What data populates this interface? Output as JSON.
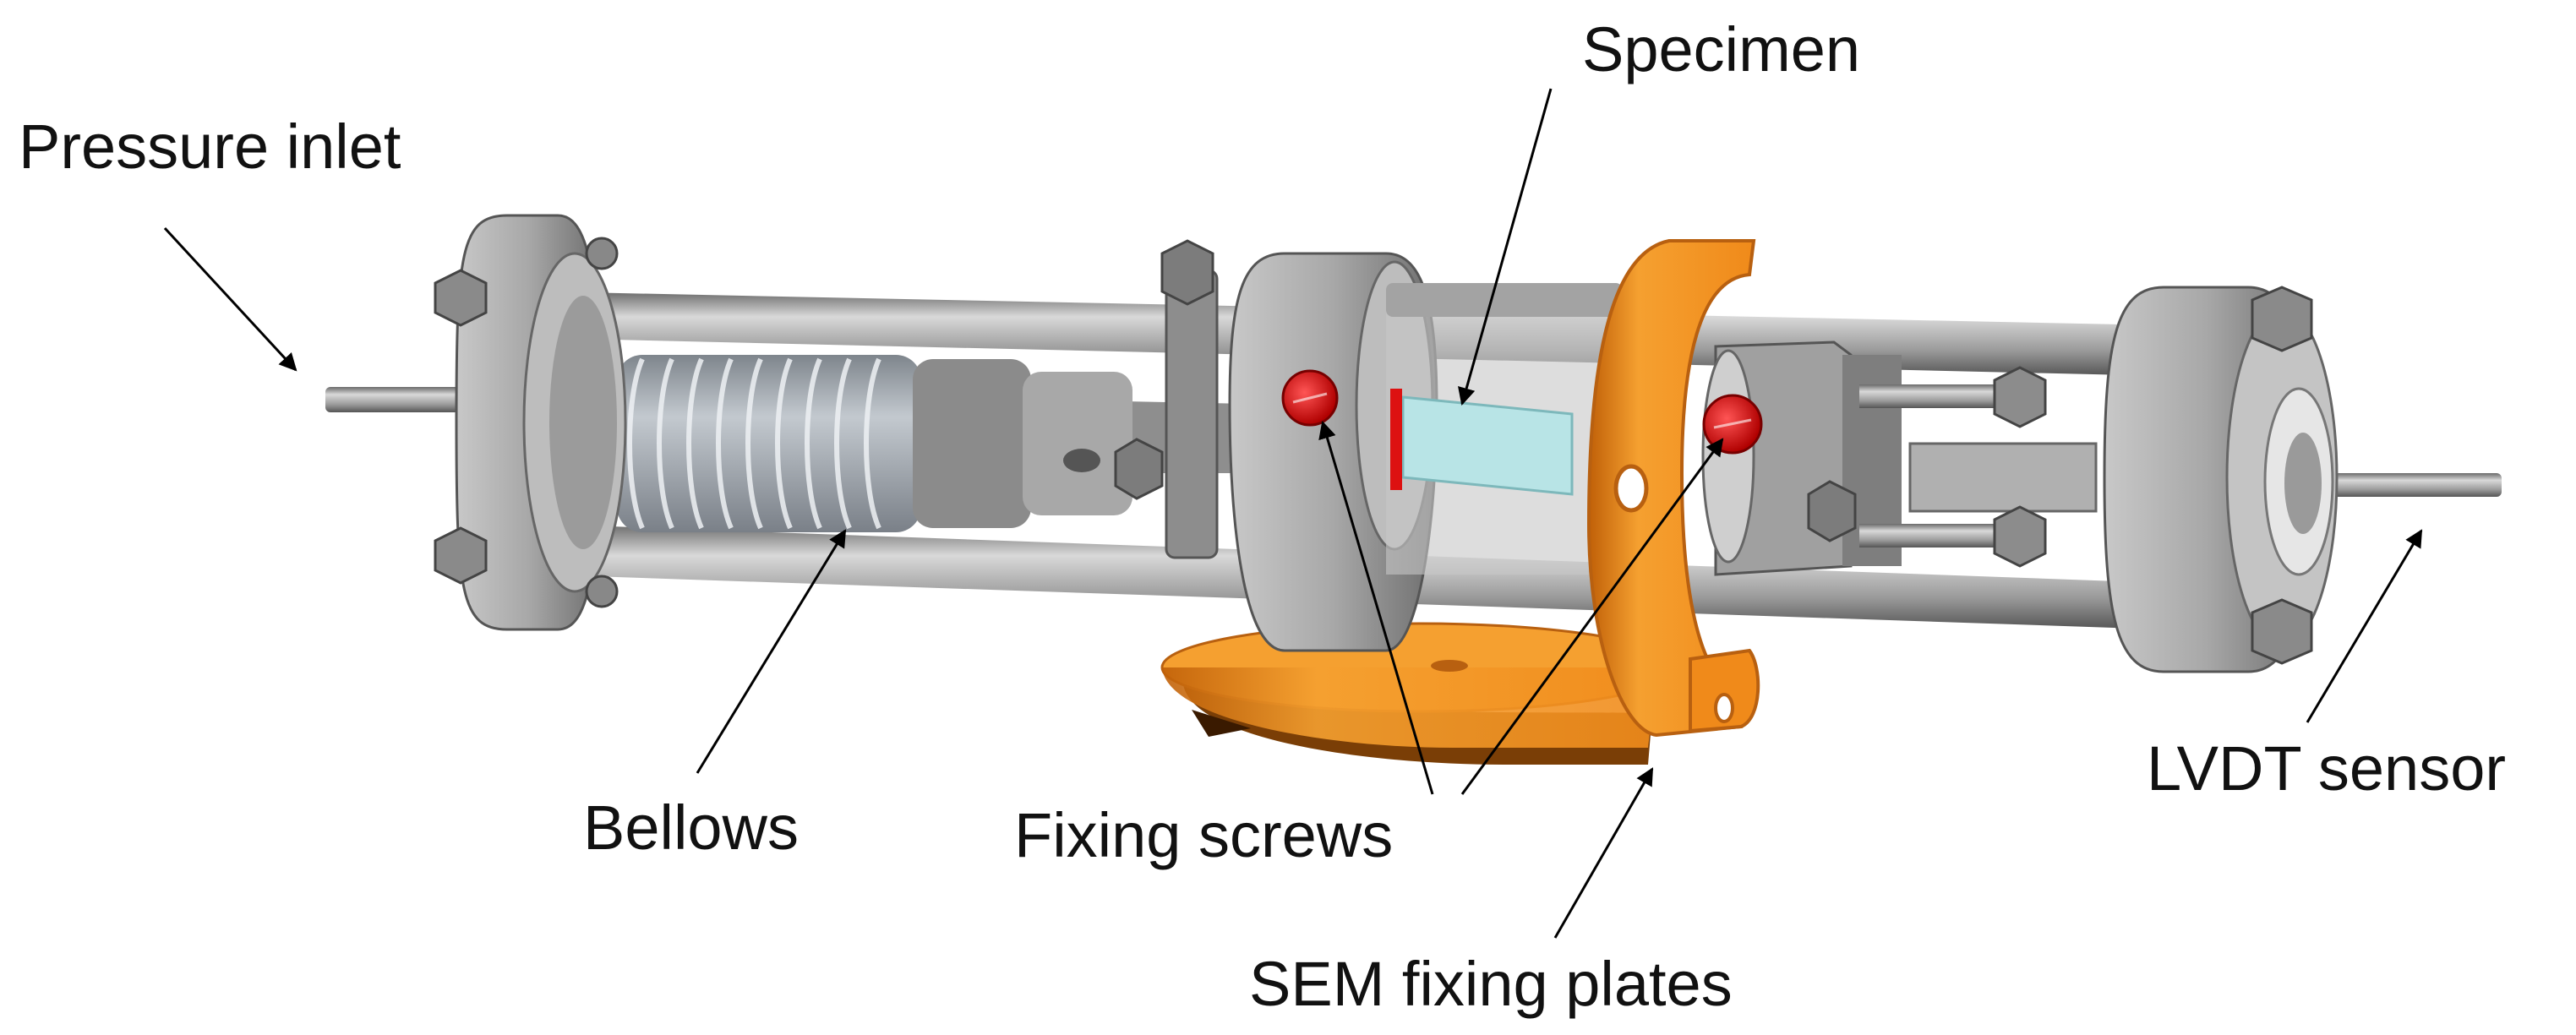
{
  "labels": {
    "pressure_inlet": "Pressure inlet",
    "specimen": "Specimen",
    "bellows": "Bellows",
    "fixing_screws": "Fixing screws",
    "lvdt_sensor": "LVDT sensor",
    "sem_fixing_plates": "SEM fixing plates"
  },
  "colors": {
    "metal_light": "#d2d2d2",
    "metal_mid": "#9c9c9c",
    "metal_dark": "#5c5c5c",
    "orange": "#f08a1a",
    "orange_dark": "#8a4a08",
    "screw_red": "#dd1111",
    "specimen_cyan": "#b8e4e6",
    "bellows": "#a9b0b8"
  }
}
